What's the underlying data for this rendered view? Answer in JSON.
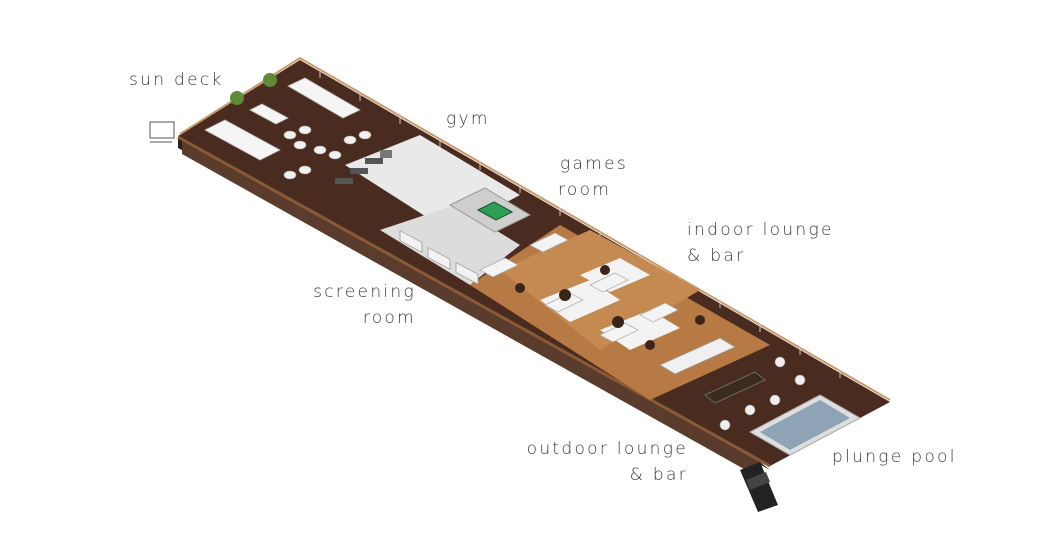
{
  "labels": {
    "sun_deck": "sun deck",
    "gym": "gym",
    "games_room": [
      "games",
      "room"
    ],
    "indoor_lounge": [
      "indoor lounge",
      "& bar"
    ],
    "screening_room": [
      "screening",
      "room"
    ],
    "outdoor_lounge": [
      "outdoor lounge",
      "& bar"
    ],
    "plunge_pool": "plunge pool"
  },
  "colors": {
    "deck_dark": "#4a2b1f",
    "deck_edge": "#6b3f26",
    "hull_side": "#3b2a22",
    "wood_floor": "#b77a44",
    "white_floor": "#e9e9e9",
    "pool_water": "#8ea3b5",
    "text": "#3a3a3a"
  }
}
